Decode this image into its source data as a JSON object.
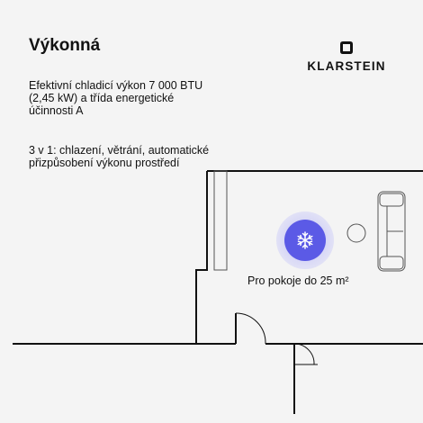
{
  "heading": "Výkonná",
  "description_1": "Efektivní chladicí výkon 7 000 BTU (2,45 kW) a třída energetické účinnosti A",
  "description_2": "3 v 1: chlazení, větrání, automatické přizpůsobení výkonu prostředí",
  "brand": {
    "name": "KLARSTEIN",
    "logo_icon": "klarstein-logo-icon"
  },
  "room_label": "Pro pokoje do 25 m²",
  "unit_icon": "snowflake-icon",
  "colors": {
    "background": "#f4f4f4",
    "accent": "#5b5ae6",
    "lines": "#111111"
  }
}
